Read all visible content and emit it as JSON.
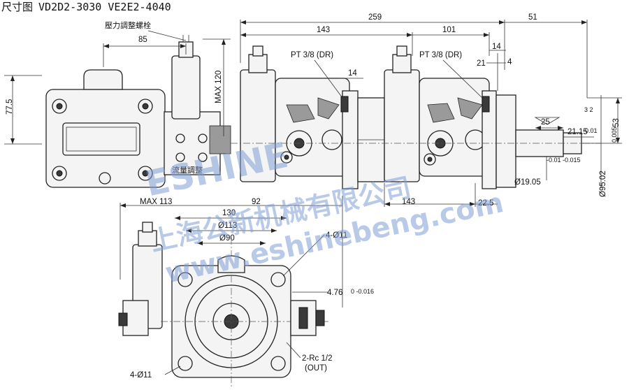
{
  "header": {
    "title_cn": "尺寸图",
    "title_models": "VD2D2-3030 VE2E2-4040"
  },
  "labels": {
    "pressure_screw": "壓力調整螺栓",
    "flow_adjust": "流量調整",
    "pt_dr_1": "PT 3/8 (DR)",
    "pt_dr_2": "PT 3/8 (DR)",
    "holes_top": "4-Ø11",
    "holes_bottom": "4-Ø11",
    "rc_port": "2-Rc 1/2",
    "out_port": "(OUT)"
  },
  "dimensions": {
    "d_259": "259",
    "d_51": "51",
    "d_143_top": "143",
    "d_101": "101",
    "d_85": "85",
    "d_14_a": "14",
    "d_14_b": "14",
    "d_21": "21",
    "d_4": "4",
    "d_25": "25",
    "d_21_15": "21.15",
    "d_53": "53",
    "d_77_5": "77.5",
    "d_max120": "MAX 120",
    "d_3_2": "3 2",
    "d_tol_key": "-0.01",
    "d_phi95": "Ø95.02",
    "d_phi95_tol": "0.005",
    "d_phi19": "Ø19.05",
    "d_phi19_tol": "-0.01 -0.015",
    "d_22_5": "22.5",
    "d_143_bottom": "143",
    "d_max113": "MAX 113",
    "d_92": "92",
    "d_130": "130",
    "d_phi113": "Ø113",
    "d_phi90": "Ø90",
    "d_4_76": "4.76",
    "d_4_76_tol": "0 -0.016"
  },
  "watermark": {
    "brand_en": "ESHINE",
    "brand_cn": "上海公新机械有限公司",
    "url": "www.eshinebeng.com",
    "color": "#7f9fd6"
  }
}
